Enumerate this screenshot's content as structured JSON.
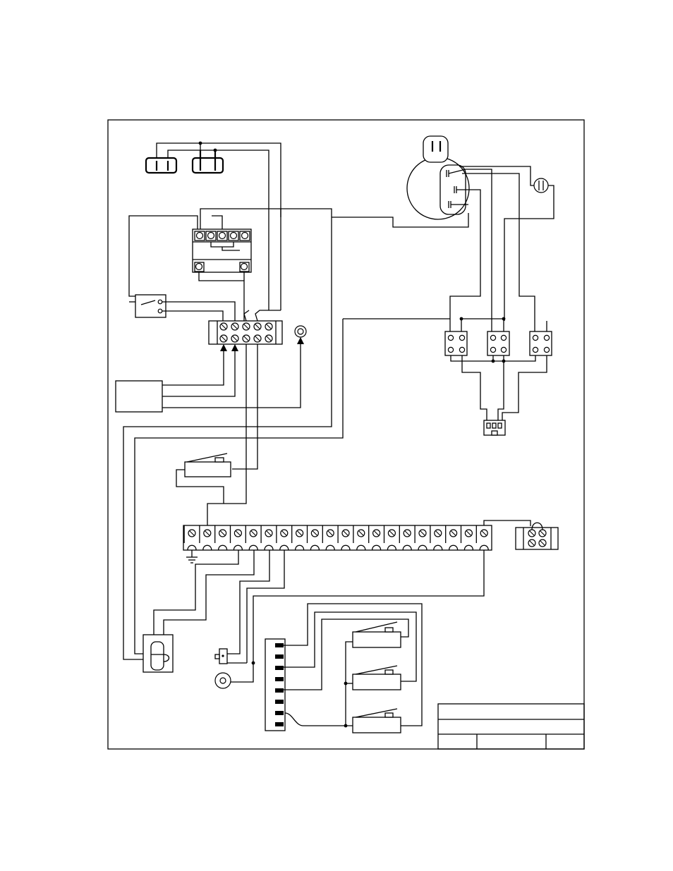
{
  "diagram": {
    "type": "wiring-schematic",
    "title_block": {
      "title": "",
      "subtitle": "",
      "cells": [
        "",
        "",
        ""
      ]
    },
    "colors": {
      "line": "#000000",
      "background": "#ffffff"
    },
    "components": {
      "power_plugs": 2,
      "relay_terminal_block_positions": 5,
      "main_terminal_strip_positions": 20,
      "small_terminal_block_positions": 2,
      "contactor_terminal_blocks": 3,
      "connector_pins": 8,
      "micro_switches": 4
    }
  }
}
